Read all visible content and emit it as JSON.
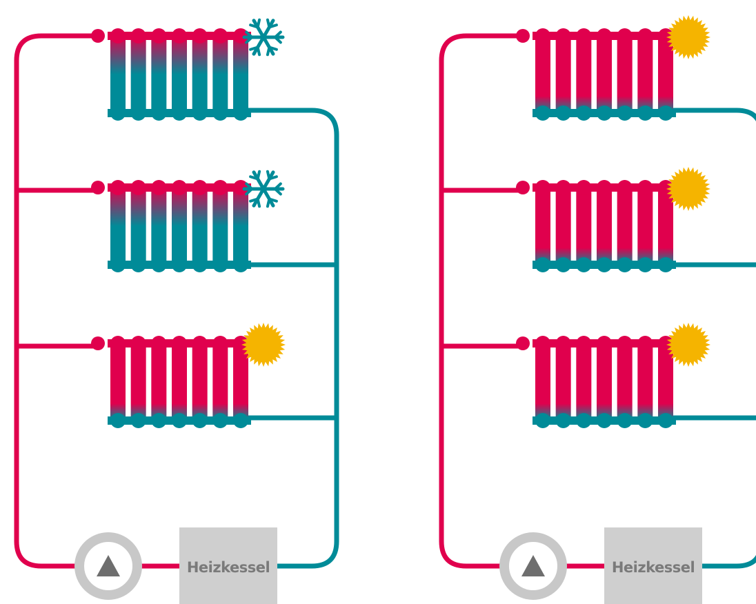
{
  "colors": {
    "hot": "#e0004d",
    "cold": "#008b98",
    "sun": "#f5b400",
    "pump_ring": "#c8c8c8",
    "pump_arrow": "#6e6e6e",
    "boiler_fill": "#cfcfcf",
    "boiler_text": "#7a7a7a",
    "background": "#ffffff"
  },
  "diagrams": [
    {
      "id": "unbalanced",
      "boiler_label": "Heizkessel",
      "pump_icon": "pump-triangle-icon",
      "radiators": [
        {
          "state": "cold",
          "indicator_icon": "snowflake-icon"
        },
        {
          "state": "cold",
          "indicator_icon": "snowflake-icon"
        },
        {
          "state": "hot",
          "indicator_icon": "sun-icon"
        }
      ]
    },
    {
      "id": "balanced",
      "boiler_label": "Heizkessel",
      "pump_icon": "pump-triangle-icon",
      "radiators": [
        {
          "state": "hot",
          "indicator_icon": "sun-icon"
        },
        {
          "state": "hot",
          "indicator_icon": "sun-icon"
        },
        {
          "state": "hot",
          "indicator_icon": "sun-icon"
        }
      ]
    }
  ]
}
